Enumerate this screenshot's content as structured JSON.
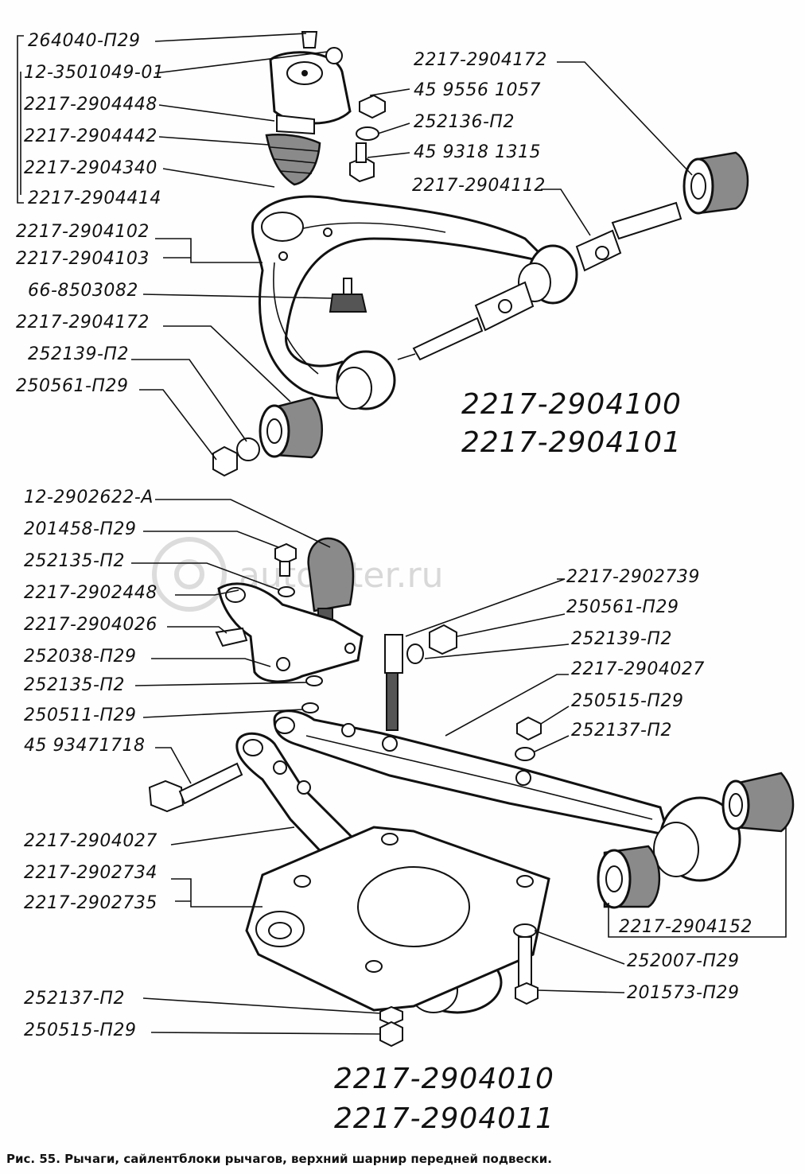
{
  "labels_top": [
    "264040-П29",
    "12-3501049-01",
    "2217-2904448",
    "2217-2904442",
    "2217-2904340",
    "2217-2904414",
    "2217-2904102",
    "2217-2904103",
    "66-8503082",
    "2217-2904172",
    "252139-П2",
    "250561-П29"
  ],
  "labels_top_right": [
    "2217-2904172",
    "45 9556 1057",
    "252136-П2",
    "45 9318 1315",
    "2217-2904112"
  ],
  "assembly_top": [
    "2217-2904100",
    "2217-2904101"
  ],
  "labels_bottom_left": [
    "12-2902622-А",
    "201458-П29",
    "252135-П2",
    "2217-2902448",
    "2217-2904026",
    "252038-П29",
    "252135-П2",
    "250511-П29",
    "45 93471718",
    "2217-2904027",
    "2217-2902734",
    "2217-2902735",
    "252137-П2",
    "250515-П29"
  ],
  "labels_bottom_right": [
    "2217-2902739",
    "250561-П29",
    "252139-П2",
    "2217-2904027",
    "250515-П29",
    "252137-П2",
    "2217-2904152",
    "252007-П29",
    "201573-П29"
  ],
  "assembly_bottom": [
    "2217-2904010",
    "2217-2904011"
  ],
  "caption": "Рис. 55. Рычаги, сайлентблоки рычагов, верхний шарнир передней подвески.",
  "watermark": "autopiter.ru"
}
